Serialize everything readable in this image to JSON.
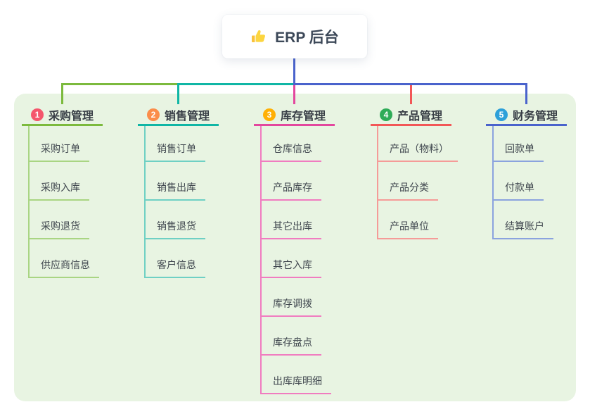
{
  "root": {
    "title": "ERP 后台",
    "icon": "thumbs-up"
  },
  "panel": {
    "background": "#e8f4e2"
  },
  "connector_colors": {
    "root_blue": "#4a63cc",
    "green": "#7cba3d",
    "teal": "#10b6a5",
    "magenta": "#e3479e",
    "red": "#f25757"
  },
  "branches": [
    {
      "index": "1",
      "label": "采购管理",
      "badge_color": "#f4566c",
      "line_color": "#7cba3d",
      "child_line_color": "#a9d583",
      "children": [
        "采购订单",
        "采购入库",
        "采购退货",
        "供应商信息"
      ]
    },
    {
      "index": "2",
      "label": "销售管理",
      "badge_color": "#fb8d4a",
      "line_color": "#10b6a5",
      "child_line_color": "#6fd0c4",
      "children": [
        "销售订单",
        "销售出库",
        "销售退货",
        "客户信息"
      ]
    },
    {
      "index": "3",
      "label": "库存管理",
      "badge_color": "#ffb005",
      "line_color": "#e3479e",
      "child_line_color": "#f07cc0",
      "children": [
        "仓库信息",
        "产品库存",
        "其它出库",
        "其它入库",
        "库存调拨",
        "库存盘点",
        "出库库明细"
      ]
    },
    {
      "index": "4",
      "label": "产品管理",
      "badge_color": "#2fac58",
      "line_color": "#f25757",
      "child_line_color": "#f59b98",
      "children": [
        "产品（物料）",
        "产品分类",
        "产品单位"
      ]
    },
    {
      "index": "5",
      "label": "财务管理",
      "badge_color": "#2da0d9",
      "line_color": "#4a63cc",
      "child_line_color": "#8ba3de",
      "children": [
        "回款单",
        "付款单",
        "结算账户"
      ]
    }
  ]
}
